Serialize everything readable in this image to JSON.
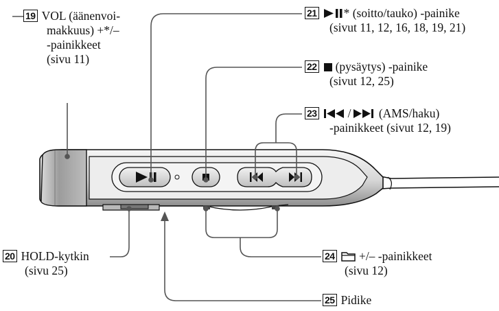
{
  "callouts": {
    "c19": {
      "number": "19",
      "lines": [
        "VOL (äänenvoi-",
        "makkuus) +*/–",
        "-painikkeet",
        "(sivu 11)"
      ]
    },
    "c20": {
      "number": "20",
      "lines": [
        "HOLD-kytkin",
        "(sivu 25)"
      ]
    },
    "c21": {
      "number": "21",
      "icon": "play-pause-icon",
      "lines": [
        "* (soitto/tauko) -painike",
        "(sivut 11, 12, 16, 18, 19, 21)"
      ]
    },
    "c22": {
      "number": "22",
      "icon": "stop-icon",
      "lines": [
        "(pysäytys) -painike",
        "(sivut 12, 25)"
      ]
    },
    "c23": {
      "number": "23",
      "icon": "ams-icons",
      "lines": [
        "(AMS/haku)",
        "-painikkeet (sivut 12, 19)"
      ],
      "separator": "/"
    },
    "c24": {
      "number": "24",
      "icon": "folder-icon",
      "lines": [
        "+/– -painikkeet",
        "(sivu 12)"
      ]
    },
    "c25": {
      "number": "25",
      "lines": [
        "Pidike"
      ]
    }
  },
  "colors": {
    "ink": "#111111",
    "body_light": "#e8e8e8",
    "body_mid": "#c8c8c8",
    "body_dark": "#9a9a9a",
    "button": "#d9d9d9"
  }
}
